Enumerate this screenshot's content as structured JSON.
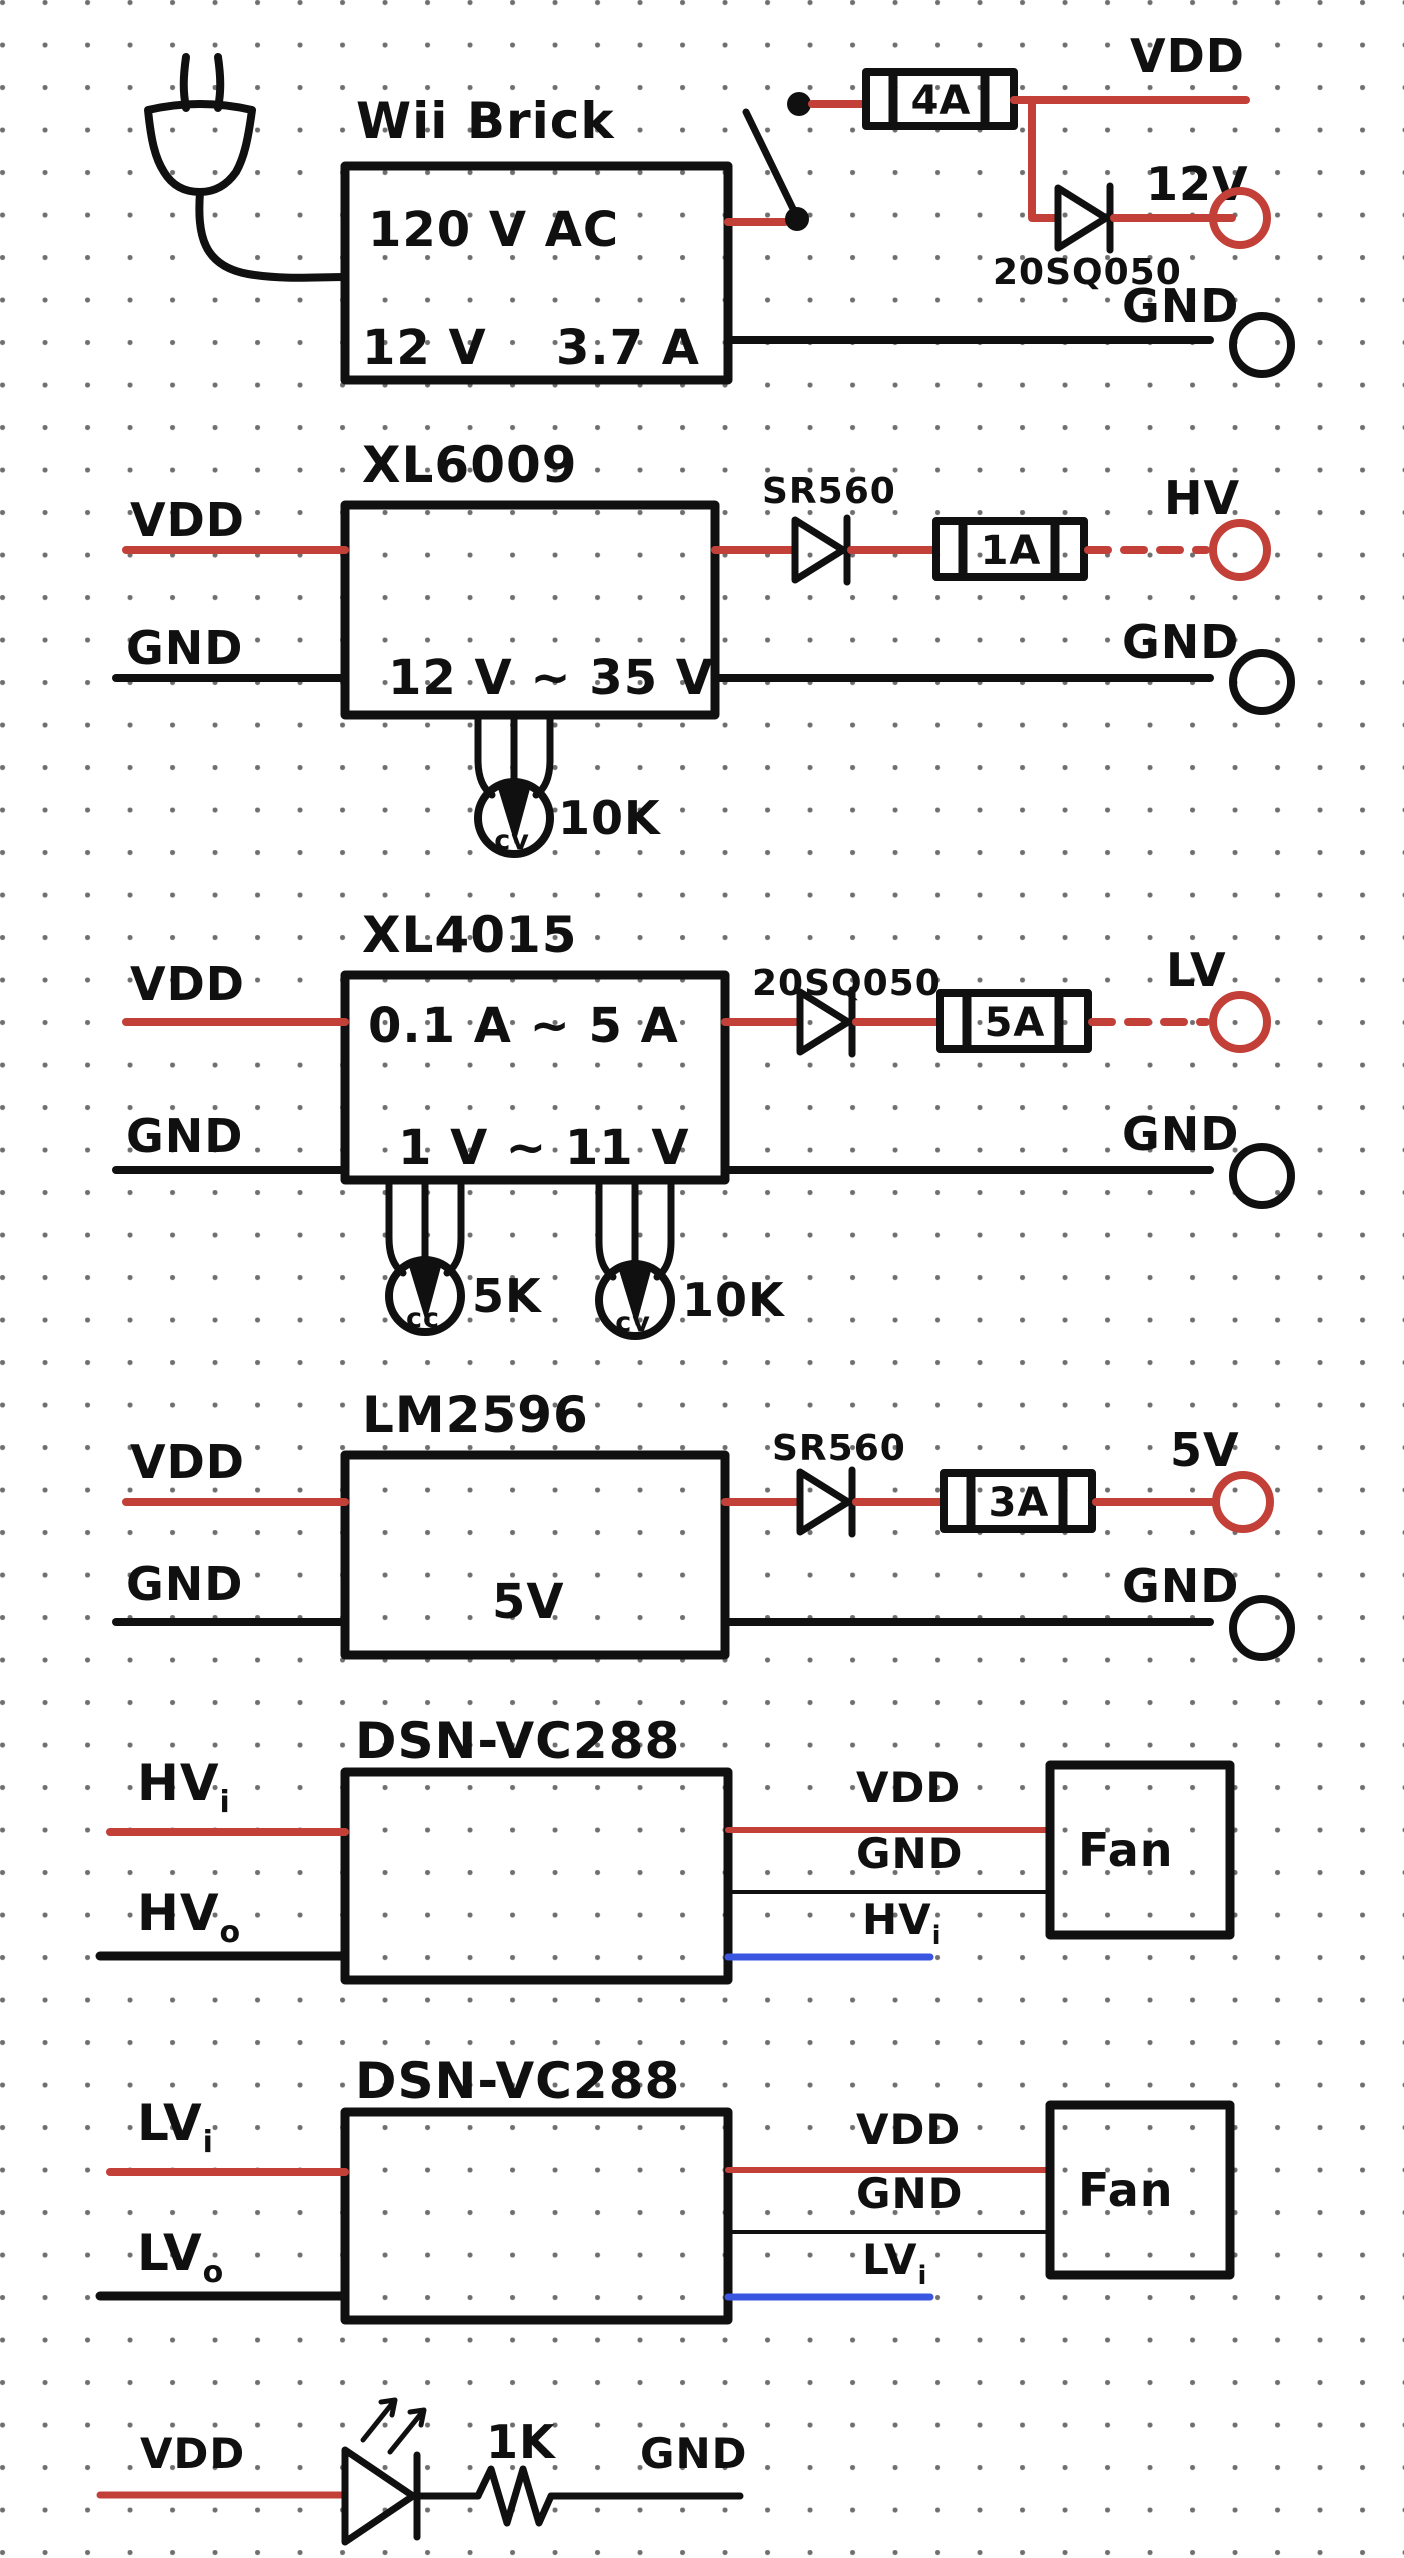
{
  "colors": {
    "ink": "#101010",
    "wire_red": "#c24038",
    "wire_blue": "#3a55e0",
    "dot": "#6f6f6f"
  },
  "sections": {
    "wii_brick": {
      "title": "Wii Brick",
      "spec_top": "120 V AC",
      "spec_volts": "12 V",
      "spec_amps": "3.7 A",
      "fuse": "4A",
      "rail_vdd": "VDD",
      "diode": "20SQ050",
      "terminal_12v": "12V",
      "terminal_gnd": "GND"
    },
    "xl6009": {
      "title": "XL6009",
      "in_vdd": "VDD",
      "in_gnd": "GND",
      "range": "12 V ~ 35 V",
      "diode": "SR560",
      "fuse": "1A",
      "terminal_hv": "HV",
      "terminal_gnd": "GND",
      "pot_cv_label": "cv",
      "pot_cv_value": "10K"
    },
    "xl4015": {
      "title": "XL4015",
      "in_vdd": "VDD",
      "in_gnd": "GND",
      "current_range": "0.1 A ~ 5 A",
      "voltage_range": "1 V ~ 11 V",
      "diode": "20SQ050",
      "fuse": "5A",
      "terminal_lv": "LV",
      "terminal_gnd": "GND",
      "pot_cc_label": "cc",
      "pot_cc_value": "5K",
      "pot_cv_label": "cv",
      "pot_cv_value": "10K"
    },
    "lm2596": {
      "title": "LM2596",
      "in_vdd": "VDD",
      "in_gnd": "GND",
      "output": "5V",
      "diode": "SR560",
      "fuse": "3A",
      "terminal_5v": "5V",
      "terminal_gnd": "GND"
    },
    "meter_hv": {
      "title": "DSN-VC288",
      "in_main": "HV",
      "in_sub": "i",
      "out_main": "HV",
      "out_sub": "o",
      "wire_vdd": "VDD",
      "wire_gnd": "GND",
      "sense_main": "HV",
      "sense_sub": "i",
      "fan": "Fan"
    },
    "meter_lv": {
      "title": "DSN-VC288",
      "in_main": "LV",
      "in_sub": "i",
      "out_main": "LV",
      "out_sub": "o",
      "wire_vdd": "VDD",
      "wire_gnd": "GND",
      "sense_main": "LV",
      "sense_sub": "i",
      "fan": "Fan"
    },
    "led_row": {
      "vdd": "VDD",
      "resistor": "1K",
      "gnd": "GND"
    }
  }
}
